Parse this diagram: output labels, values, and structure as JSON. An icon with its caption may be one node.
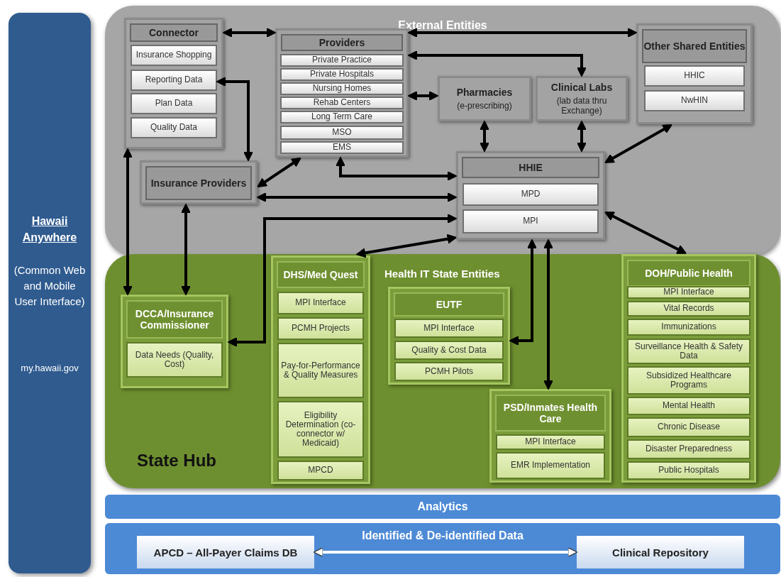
{
  "diagram": {
    "nodes": [
      {
        "text": [
          "Hawaii Anywhere",
          "(Common Web and Mobile User Interface)",
          "my.hawaii.gov"
        ]
      },
      {
        "text": [
          "External Entities"
        ]
      },
      {
        "text": [
          "Connector"
        ],
        "in": 1
      },
      {
        "text": [
          "Insurance Shopping"
        ],
        "in": 2
      },
      {
        "text": [
          "Reporting Data"
        ],
        "in": 2
      },
      {
        "text": [
          "Plan Data"
        ],
        "in": 2
      },
      {
        "text": [
          "Quality Data"
        ],
        "in": 2
      },
      {
        "text": [
          "Providers"
        ],
        "in": 1
      },
      {
        "text": [
          "Private Practice"
        ],
        "in": 7
      },
      {
        "text": [
          "Private Hospitals"
        ],
        "in": 7
      },
      {
        "text": [
          "Nursing Homes"
        ],
        "in": 7
      },
      {
        "text": [
          "Rehab Centers"
        ],
        "in": 7
      },
      {
        "text": [
          "Long Term Care"
        ],
        "in": 7
      },
      {
        "text": [
          "MSO"
        ],
        "in": 7
      },
      {
        "text": [
          "EMS"
        ],
        "in": 7
      },
      {
        "text": [
          "Pharmacies",
          "(e-prescribing)"
        ],
        "in": 1
      },
      {
        "text": [
          "Clinical Labs",
          "(lab data thru Exchange)"
        ],
        "in": 1
      },
      {
        "text": [
          "Other Shared Entities"
        ],
        "in": 1
      },
      {
        "text": [
          "HHIC"
        ],
        "in": 17
      },
      {
        "text": [
          "NwHIN"
        ],
        "in": 17
      },
      {
        "text": [
          "Insurance Providers"
        ],
        "in": 1
      },
      {
        "text": [
          "HHIE"
        ],
        "in": 1
      },
      {
        "text": [
          "MPD"
        ],
        "in": 21
      },
      {
        "text": [
          "MPI"
        ],
        "in": 21
      },
      {
        "text": [
          "State Hub"
        ]
      },
      {
        "text": [
          "DCCA/Insurance Commissioner"
        ],
        "in": 24
      },
      {
        "text": [
          "Data Needs (Quality, Cost)"
        ],
        "in": 25
      },
      {
        "text": [
          "DHS/Med Quest"
        ],
        "in": 24
      },
      {
        "text": [
          "MPI Interface"
        ],
        "in": 27
      },
      {
        "text": [
          "PCMH Projects"
        ],
        "in": 27
      },
      {
        "text": [
          "Pay-for-Performance & Quality Measures"
        ],
        "in": 27
      },
      {
        "text": [
          "Eligibility Determination (co-connector w/ Medicaid)"
        ],
        "in": 27
      },
      {
        "text": [
          "MPCD"
        ],
        "in": 27
      },
      {
        "text": [
          "EUTF"
        ],
        "in": 24
      },
      {
        "text": [
          "MPI Interface"
        ],
        "in": 33
      },
      {
        "text": [
          "Quality & Cost Data"
        ],
        "in": 33
      },
      {
        "text": [
          "PCMH Pilots"
        ],
        "in": 33
      },
      {
        "text": [
          "PSD/Inmates Health Care"
        ],
        "in": 24
      },
      {
        "text": [
          "MPI Interface"
        ],
        "in": 37
      },
      {
        "text": [
          "EMR Implementation"
        ],
        "in": 37
      },
      {
        "text": [
          "DOH/Public Health"
        ],
        "in": 24
      },
      {
        "text": [
          "MPI Interface"
        ],
        "in": 40
      },
      {
        "text": [
          "Vital Records"
        ],
        "in": 40
      },
      {
        "text": [
          "Immunizations"
        ],
        "in": 40
      },
      {
        "text": [
          "Surveillance Health & Safety Data"
        ],
        "in": 40
      },
      {
        "text": [
          "Subsidized Healthcare Programs"
        ],
        "in": 40
      },
      {
        "text": [
          "Mental Health"
        ],
        "in": 40
      },
      {
        "text": [
          "Chronic Disease"
        ],
        "in": 40
      },
      {
        "text": [
          "Disaster Preparedness"
        ],
        "in": 40
      },
      {
        "text": [
          "Public Hospitals"
        ],
        "in": 40
      },
      {
        "text": [
          "Analytics"
        ]
      },
      {
        "text": [
          "Identified & De-identified Data"
        ]
      },
      {
        "text": [
          "APCD – All-Payer Claims DB"
        ],
        "in": 51
      },
      {
        "text": [
          "Clinical Repository"
        ],
        "in": 51
      }
    ],
    "edges": [
      {
        "from": 2,
        "to": 7,
        "arrow": "both"
      },
      {
        "from": 7,
        "to": 17,
        "arrow": "both"
      },
      {
        "from": 7,
        "to": 16,
        "arrow": "both"
      },
      {
        "from": 7,
        "to": 15,
        "arrow": "both"
      },
      {
        "from": 4,
        "to": 20,
        "arrow": "both"
      },
      {
        "from": 20,
        "to": 7,
        "arrow": "both"
      },
      {
        "from": 15,
        "to": 21,
        "arrow": "both"
      },
      {
        "from": 16,
        "to": 21,
        "arrow": "both"
      },
      {
        "from": 17,
        "to": 21,
        "arrow": "both"
      },
      {
        "from": 21,
        "to": 7,
        "arrow": "both"
      },
      {
        "from": 21,
        "to": 20,
        "arrow": "both"
      },
      {
        "from": 21,
        "to": 25,
        "arrow": "both"
      },
      {
        "from": 21,
        "to": 27,
        "arrow": "both"
      },
      {
        "from": 21,
        "to": 33,
        "arrow": "both"
      },
      {
        "from": 21,
        "to": 37,
        "arrow": "both"
      },
      {
        "from": 21,
        "to": 40,
        "arrow": "both"
      },
      {
        "from": 2,
        "to": 25,
        "arrow": "both"
      },
      {
        "from": 20,
        "to": 25,
        "arrow": "both"
      },
      {
        "from": 52,
        "to": 53,
        "arrow": "both",
        "color": "#ffffff"
      }
    ],
    "labels": [
      "Health IT State Entities"
    ]
  }
}
